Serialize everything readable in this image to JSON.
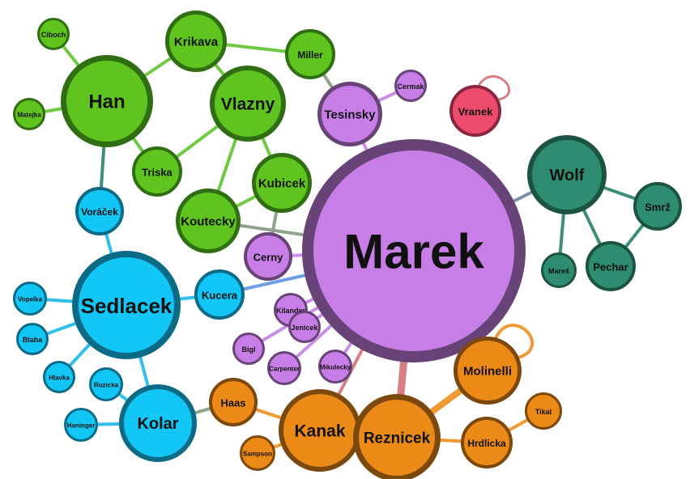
{
  "colors": {
    "purple": "#c77fe7",
    "purple_stroke": "#684378",
    "green": "#5fc41e",
    "green_stroke": "#2f6e12",
    "blue": "#12c6f6",
    "blue_stroke": "#0b6a86",
    "orange": "#ec8a18",
    "orange_stroke": "#7c480b",
    "teal": "#2e8d70",
    "teal_stroke": "#1b5443",
    "pink": "#ee4c6c",
    "pink_stroke": "#8a2740",
    "edge_green": "#70c943",
    "edge_blue": "#31c0ec",
    "edge_orange": "#f09a33",
    "edge_purple": "#c98fe8",
    "edge_teal": "#3c8f74",
    "edge_mixed_pink": "#d97e82",
    "edge_mixed_blue": "#6d9ee6",
    "edge_mixed_teal": "#7a8ca6",
    "edge_mixed_gray": "#8fa58b"
  },
  "nodes": [
    {
      "id": "Marek",
      "label": "Marek",
      "group": "purple"
    },
    {
      "id": "Tesinsky",
      "label": "Tesinsky",
      "group": "purple"
    },
    {
      "id": "Cermak",
      "label": "Cermak",
      "group": "purple"
    },
    {
      "id": "Cerny",
      "label": "Cerny",
      "group": "purple"
    },
    {
      "id": "Kilander",
      "label": "Kilander",
      "group": "purple"
    },
    {
      "id": "Jenicek",
      "label": "Jenicek",
      "group": "purple"
    },
    {
      "id": "Bigl",
      "label": "Bigl",
      "group": "purple"
    },
    {
      "id": "Carpenter",
      "label": "Carpenter",
      "group": "purple"
    },
    {
      "id": "Mikulecky",
      "label": "Mikulecky",
      "group": "purple"
    },
    {
      "id": "Vranek",
      "label": "Vranek",
      "group": "pink"
    },
    {
      "id": "Han",
      "label": "Han",
      "group": "green"
    },
    {
      "id": "Ciboch",
      "label": "Ciboch",
      "group": "green"
    },
    {
      "id": "Matejka",
      "label": "Matejka",
      "group": "green"
    },
    {
      "id": "Krikava",
      "label": "Krikava",
      "group": "green"
    },
    {
      "id": "Miller",
      "label": "Miller",
      "group": "green"
    },
    {
      "id": "Vlazny",
      "label": "Vlazny",
      "group": "green"
    },
    {
      "id": "Triska",
      "label": "Triska",
      "group": "green"
    },
    {
      "id": "Kubicek",
      "label": "Kubicek",
      "group": "green"
    },
    {
      "id": "Koutecky",
      "label": "Koutecky",
      "group": "green"
    },
    {
      "id": "Voracek",
      "label": "Voráček",
      "group": "blue"
    },
    {
      "id": "Sedlacek",
      "label": "Sedlacek",
      "group": "blue"
    },
    {
      "id": "Kucera",
      "label": "Kucera",
      "group": "blue"
    },
    {
      "id": "Vopelka",
      "label": "Vopelka",
      "group": "blue"
    },
    {
      "id": "Blaha",
      "label": "Blaha",
      "group": "blue"
    },
    {
      "id": "Hlavka",
      "label": "Hlavka",
      "group": "blue"
    },
    {
      "id": "Ruzicka",
      "label": "Ruzicka",
      "group": "blue"
    },
    {
      "id": "Haninger",
      "label": "Haninger",
      "group": "blue"
    },
    {
      "id": "Kolar",
      "label": "Kolar",
      "group": "blue"
    },
    {
      "id": "Wolf",
      "label": "Wolf",
      "group": "teal"
    },
    {
      "id": "Smrz",
      "label": "Smrž",
      "group": "teal"
    },
    {
      "id": "Mares",
      "label": "Mareš",
      "group": "teal"
    },
    {
      "id": "Pechar",
      "label": "Pechar",
      "group": "teal"
    },
    {
      "id": "Haas",
      "label": "Haas",
      "group": "orange"
    },
    {
      "id": "Sampson",
      "label": "Sampson",
      "group": "orange"
    },
    {
      "id": "Kanak",
      "label": "Kanak",
      "group": "orange"
    },
    {
      "id": "Reznicek",
      "label": "Reznicek",
      "group": "orange"
    },
    {
      "id": "Molinelli",
      "label": "Molinelli",
      "group": "orange"
    },
    {
      "id": "Hrdlicka",
      "label": "Hrdlicka",
      "group": "orange"
    },
    {
      "id": "Tikal",
      "label": "Tikal",
      "group": "orange"
    }
  ],
  "edges": [
    {
      "source": "Han",
      "target": "Ciboch",
      "color": "edge_green"
    },
    {
      "source": "Han",
      "target": "Matejka",
      "color": "edge_green"
    },
    {
      "source": "Han",
      "target": "Krikava",
      "color": "edge_green"
    },
    {
      "source": "Han",
      "target": "Triska",
      "color": "edge_green"
    },
    {
      "source": "Krikava",
      "target": "Miller",
      "color": "edge_green"
    },
    {
      "source": "Krikava",
      "target": "Vlazny",
      "color": "edge_green"
    },
    {
      "source": "Vlazny",
      "target": "Triska",
      "color": "edge_green"
    },
    {
      "source": "Vlazny",
      "target": "Koutecky",
      "color": "edge_green"
    },
    {
      "source": "Vlazny",
      "target": "Kubicek",
      "color": "edge_green"
    },
    {
      "source": "Kubicek",
      "target": "Koutecky",
      "color": "edge_green"
    },
    {
      "source": "Miller",
      "target": "Tesinsky",
      "color": "edge_mixed_gray"
    },
    {
      "source": "Han",
      "target": "Voracek",
      "color": "edge_teal"
    },
    {
      "source": "Voracek",
      "target": "Sedlacek",
      "color": "edge_blue"
    },
    {
      "source": "Sedlacek",
      "target": "Kucera",
      "color": "edge_blue"
    },
    {
      "source": "Sedlacek",
      "target": "Vopelka",
      "color": "edge_blue"
    },
    {
      "source": "Sedlacek",
      "target": "Blaha",
      "color": "edge_blue"
    },
    {
      "source": "Sedlacek",
      "target": "Hlavka",
      "color": "edge_blue"
    },
    {
      "source": "Sedlacek",
      "target": "Kolar",
      "color": "edge_blue"
    },
    {
      "source": "Kolar",
      "target": "Haninger",
      "color": "edge_blue"
    },
    {
      "source": "Kolar",
      "target": "Ruzicka",
      "color": "edge_blue"
    },
    {
      "source": "Kolar",
      "target": "Haas",
      "color": "edge_mixed_gray"
    },
    {
      "source": "Kucera",
      "target": "Marek",
      "color": "edge_mixed_blue"
    },
    {
      "source": "Koutecky",
      "target": "Marek",
      "color": "edge_mixed_gray"
    },
    {
      "source": "Kubicek",
      "target": "Cerny",
      "color": "edge_mixed_gray"
    },
    {
      "source": "Tesinsky",
      "target": "Cermak",
      "color": "edge_purple"
    },
    {
      "source": "Tesinsky",
      "target": "Marek",
      "color": "edge_purple"
    },
    {
      "source": "Cerny",
      "target": "Marek",
      "color": "edge_purple"
    },
    {
      "source": "Kilander",
      "target": "Marek",
      "color": "edge_purple"
    },
    {
      "source": "Jenicek",
      "target": "Marek",
      "color": "edge_purple"
    },
    {
      "source": "Bigl",
      "target": "Marek",
      "color": "edge_purple"
    },
    {
      "source": "Carpenter",
      "target": "Marek",
      "color": "edge_purple"
    },
    {
      "source": "Mikulecky",
      "target": "Marek",
      "color": "edge_purple"
    },
    {
      "source": "Wolf",
      "target": "Marek",
      "color": "edge_mixed_teal"
    },
    {
      "source": "Wolf",
      "target": "Smrz",
      "color": "edge_teal"
    },
    {
      "source": "Wolf",
      "target": "Mares",
      "color": "edge_teal"
    },
    {
      "source": "Wolf",
      "target": "Pechar",
      "color": "edge_teal"
    },
    {
      "source": "Smrz",
      "target": "Pechar",
      "color": "edge_teal"
    },
    {
      "source": "Reznicek",
      "target": "Marek",
      "color": "edge_mixed_pink"
    },
    {
      "source": "Kanak",
      "target": "Marek",
      "color": "edge_mixed_pink"
    },
    {
      "source": "Haas",
      "target": "Kanak",
      "color": "edge_orange"
    },
    {
      "source": "Sampson",
      "target": "Kanak",
      "color": "edge_orange"
    },
    {
      "source": "Kanak",
      "target": "Reznicek",
      "color": "edge_orange"
    },
    {
      "source": "Reznicek",
      "target": "Molinelli",
      "color": "edge_orange"
    },
    {
      "source": "Reznicek",
      "target": "Hrdlicka",
      "color": "edge_orange"
    },
    {
      "source": "Hrdlicka",
      "target": "Tikal",
      "color": "edge_orange"
    },
    {
      "source": "Molinelli",
      "target": "Molinelli",
      "color": "edge_orange",
      "self_loop": true
    },
    {
      "source": "Vranek",
      "target": "Vranek",
      "color": "edge_mixed_pink",
      "self_loop": true
    }
  ]
}
